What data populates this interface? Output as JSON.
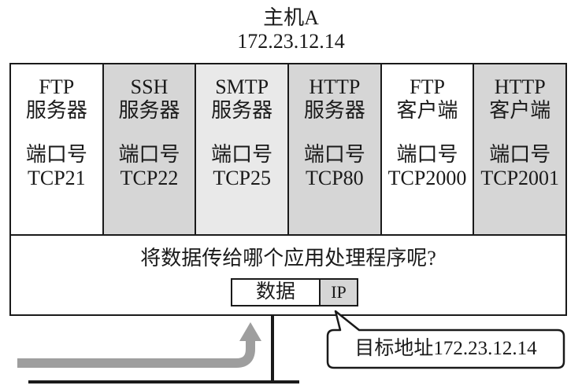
{
  "host": {
    "name": "主机A",
    "ip": "172.23.12.14"
  },
  "apps": [
    {
      "line1": "FTP",
      "line2": "服务器",
      "port_label": "端口号",
      "port": "TCP21"
    },
    {
      "line1": "SSH",
      "line2": "服务器",
      "port_label": "端口号",
      "port": "TCP22"
    },
    {
      "line1": "SMTP",
      "line2": "服务器",
      "port_label": "端口号",
      "port": "TCP25"
    },
    {
      "line1": "HTTP",
      "line2": "服务器",
      "port_label": "端口号",
      "port": "TCP80"
    },
    {
      "line1": "FTP",
      "line2": "客户端",
      "port_label": "端口号",
      "port": "TCP2000"
    },
    {
      "line1": "HTTP",
      "line2": "客户端",
      "port_label": "端口号",
      "port": "TCP2001"
    }
  ],
  "question": "将数据传给哪个应用处理程序呢?",
  "packet": {
    "data_label": "数据",
    "header_label": "IP"
  },
  "callout": {
    "text": "目标地址172.23.12.14"
  },
  "colors": {
    "line": "#1a1a1a",
    "shade_mid": "#d6d6d6",
    "shade_light": "#e9e9e9",
    "arrow": "#9e9e9e"
  }
}
